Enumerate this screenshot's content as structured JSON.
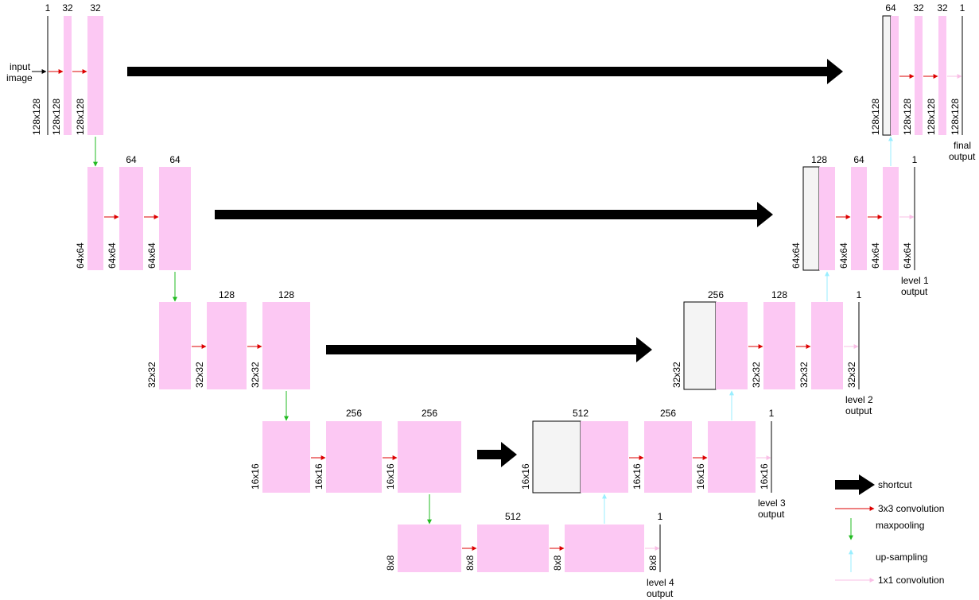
{
  "colors": {
    "block_fill": "#fcc8f3",
    "concat_fill": "#f4f4f4",
    "concat_stroke": "#000000",
    "conv3x3": "#dd0000",
    "maxpool": "#22bb22",
    "upsample": "#99eeff",
    "conv1x1": "#f9bfe6",
    "shortcut": "#000000"
  },
  "texts": {
    "input_image": [
      "input",
      "image"
    ],
    "final_output": [
      "final",
      "output"
    ],
    "level1_output": [
      "level 1",
      "output"
    ],
    "level2_output": [
      "level 2",
      "output"
    ],
    "level3_output": [
      "level 3",
      "output"
    ],
    "level4_output": [
      "level 4",
      "output"
    ]
  },
  "legend": {
    "shortcut": "shortcut",
    "conv3x3": "3x3 convolution",
    "maxpool": "maxpooling",
    "upsample": "up-sampling",
    "conv1x1": "1x1 convolution"
  },
  "channels": {
    "enc1": [
      "1",
      "32",
      "32"
    ],
    "enc2": [
      "64",
      "64"
    ],
    "enc3": [
      "128",
      "128"
    ],
    "enc4": [
      "256",
      "256"
    ],
    "bottom": [
      "512",
      "1"
    ],
    "dec4": [
      "512",
      "256",
      "1"
    ],
    "dec3": [
      "256",
      "128",
      "1"
    ],
    "dec2": [
      "128",
      "64",
      "1"
    ],
    "dec1": [
      "64",
      "32",
      "32",
      "1"
    ]
  },
  "sizes": {
    "enc1": [
      "128x128",
      "128x128",
      "128x128"
    ],
    "enc2": [
      "64x64",
      "64x64",
      "64x64"
    ],
    "enc3": [
      "32x32",
      "32x32",
      "32x32"
    ],
    "enc4": [
      "16x16",
      "16x16",
      "16x16"
    ],
    "bottom": [
      "8x8",
      "8x8",
      "8x8",
      "8x8"
    ],
    "dec4": [
      "16x16",
      "16x16",
      "16x16",
      "16x16"
    ],
    "dec3": [
      "32x32",
      "32x32",
      "32x32",
      "32x32"
    ],
    "dec2": [
      "64x64",
      "64x64",
      "64x64",
      "64x64"
    ],
    "dec1": [
      "128x128",
      "128x128",
      "128x128",
      "128x128"
    ]
  }
}
